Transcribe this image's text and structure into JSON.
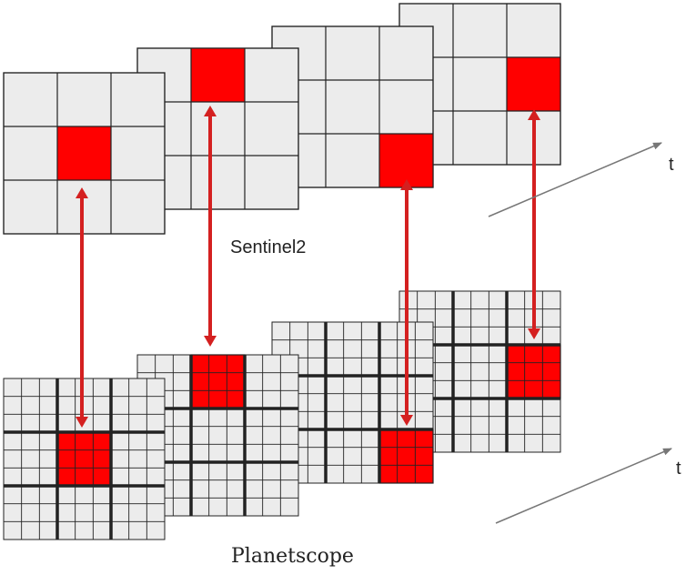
{
  "labels": {
    "sentinel": "Sentinel2",
    "planetscope": "Planetscope",
    "time_top": "t",
    "time_bottom": "t"
  },
  "colors": {
    "cell_fill": "#ececec",
    "grid_line": "#222222",
    "highlight": "#ff0000",
    "arrow": "#d42020",
    "time_axis": "#777777"
  },
  "sentinel_frames": [
    {
      "highlight": {
        "row": 1,
        "col": 1
      }
    },
    {
      "highlight": {
        "row": 0,
        "col": 1
      }
    },
    {
      "highlight": {
        "row": 2,
        "col": 2
      }
    },
    {
      "highlight": {
        "row": 1,
        "col": 2
      }
    }
  ],
  "planetscope_frames": [
    {
      "highlight": {
        "row": 1,
        "col": 1
      }
    },
    {
      "highlight": {
        "row": 0,
        "col": 1
      }
    },
    {
      "highlight": {
        "row": 2,
        "col": 2
      }
    },
    {
      "highlight": {
        "row": 1,
        "col": 2
      }
    }
  ]
}
